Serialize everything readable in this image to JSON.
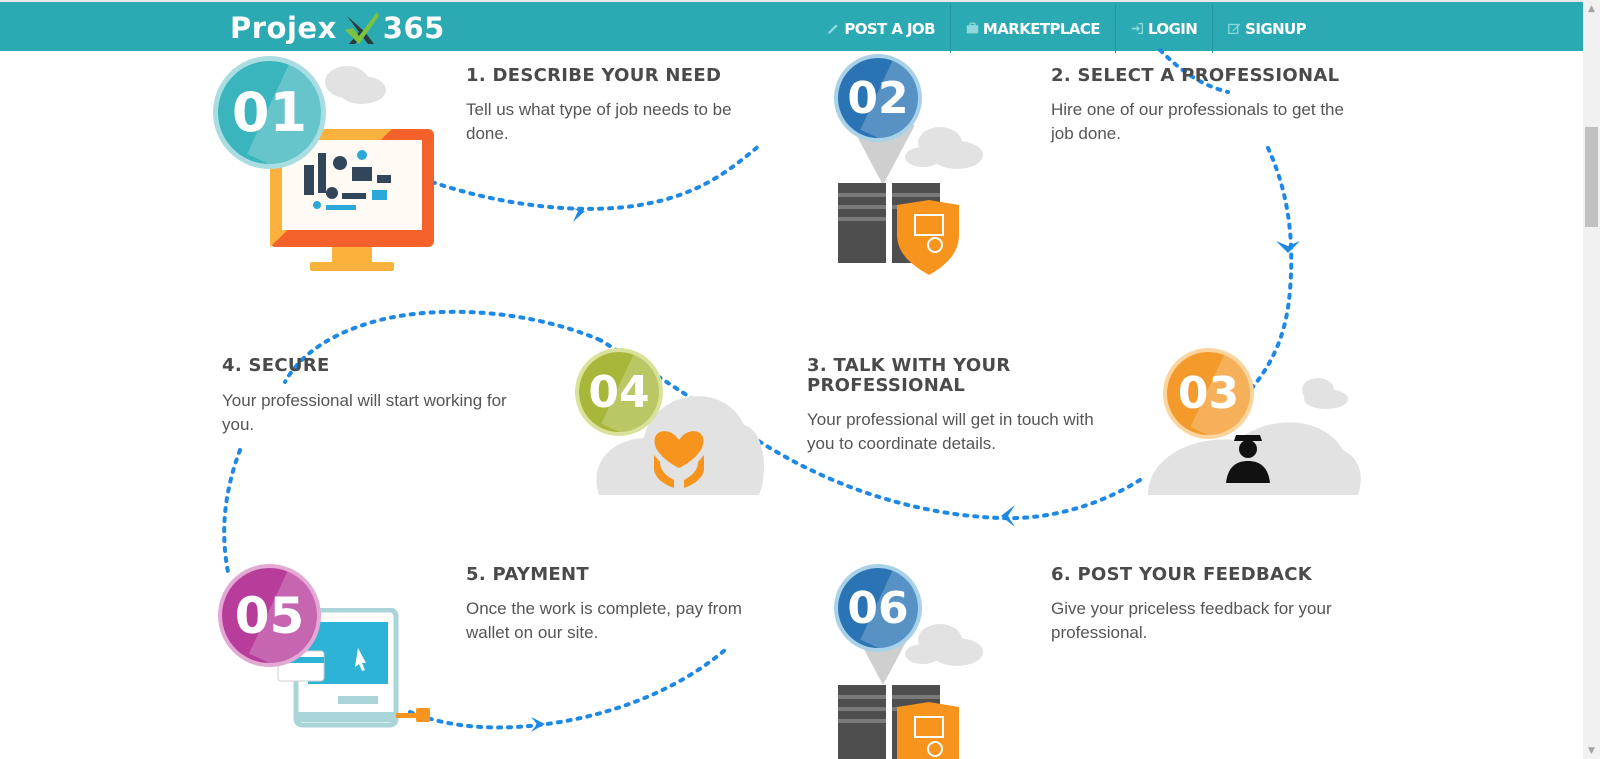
{
  "brand": {
    "name_left": "Projex",
    "name_right": "365"
  },
  "nav": [
    {
      "label": "POST A JOB",
      "icon": "pencil-icon"
    },
    {
      "label": "MARKETPLACE",
      "icon": "briefcase-icon"
    },
    {
      "label": "LOGIN",
      "icon": "sign-in-icon"
    },
    {
      "label": "SIGNUP",
      "icon": "edit-icon"
    }
  ],
  "steps": [
    {
      "badge": "01",
      "title": "1. DESCRIBE YOUR NEED",
      "desc_line1": "Tell us what type of job needs to be",
      "desc_line2": "done.",
      "icon": "monitor-tools-icon",
      "color": "#3ab5bd"
    },
    {
      "badge": "02",
      "title": "2. SELECT A PROFESSIONAL",
      "desc_line1": "Hire one of our professionals to get the",
      "desc_line2": "job done.",
      "icon": "server-shield-icon",
      "color": "#2a74b5"
    },
    {
      "badge": "03",
      "title_line1": "3. TALK WITH YOUR",
      "title_line2": "PROFESSIONAL",
      "desc_line1": "Your professional will get in touch with",
      "desc_line2": "you to coordinate details.",
      "icon": "professional-person-icon",
      "color": "#f39a2b"
    },
    {
      "badge": "04",
      "title": "4. SECURE",
      "desc_line1": "Your professional will start working for",
      "desc_line2": "you.",
      "icon": "heart-hands-icon",
      "color": "#a8b73a"
    },
    {
      "badge": "05",
      "title": "5. PAYMENT",
      "desc_line1": "Once the work is complete, pay from",
      "desc_line2": "wallet on our site.",
      "icon": "card-payment-icon",
      "color": "#b83c9a"
    },
    {
      "badge": "06",
      "title": "6. POST YOUR FEEDBACK",
      "desc_line1": "Give your priceless feedback for your",
      "desc_line2": "professional.",
      "icon": "server-shield-icon",
      "color": "#2a74b5"
    }
  ]
}
